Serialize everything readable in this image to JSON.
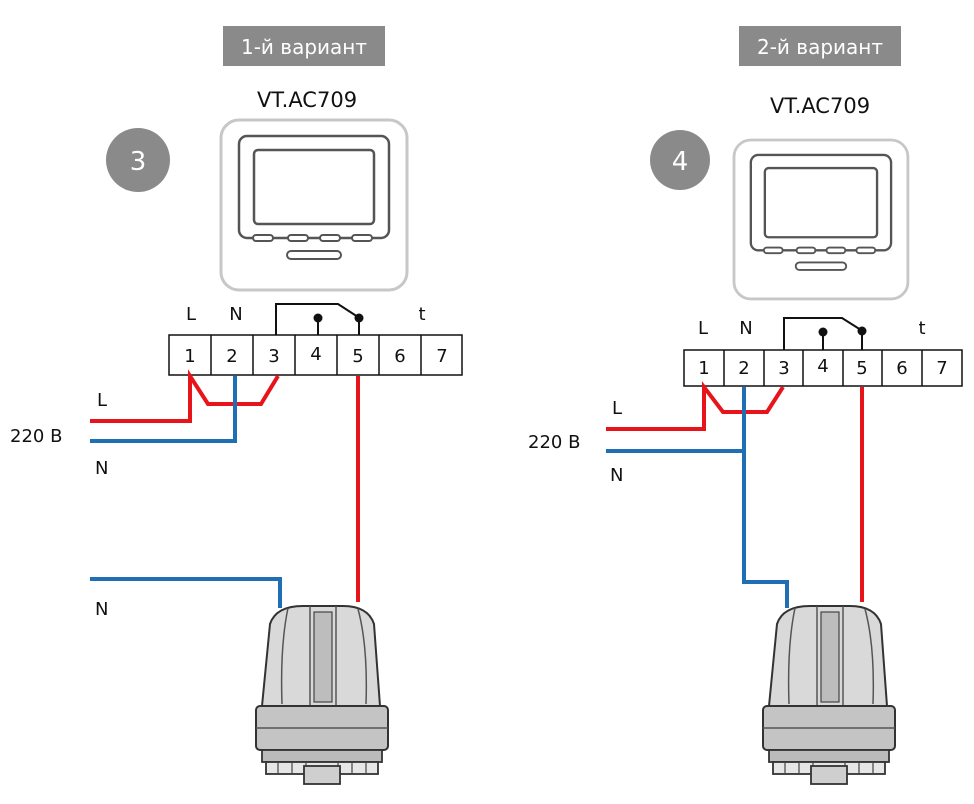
{
  "colors": {
    "live": "#e8141c",
    "neutral": "#1f6fb4",
    "badge": "#8a8a8a",
    "outline": "#222222",
    "device": "#c8c8c8"
  },
  "panels": [
    {
      "variant": "1-й вариант",
      "model": "VT.AC709",
      "number": "3",
      "top_labels": {
        "L": "L",
        "N": "N",
        "t": "t"
      },
      "terminals": [
        "1",
        "2",
        "3",
        "4",
        "5",
        "6",
        "7"
      ],
      "supply": {
        "L": "L",
        "voltage": "220 В",
        "N": "N"
      },
      "actuator_neutral": "N"
    },
    {
      "variant": "2-й вариант",
      "model": "VT.AC709",
      "number": "4",
      "top_labels": {
        "L": "L",
        "N": "N",
        "t": "t"
      },
      "terminals": [
        "1",
        "2",
        "3",
        "4",
        "5",
        "6",
        "7"
      ],
      "supply": {
        "L": "L",
        "voltage": "220 В",
        "N": "N"
      }
    }
  ]
}
